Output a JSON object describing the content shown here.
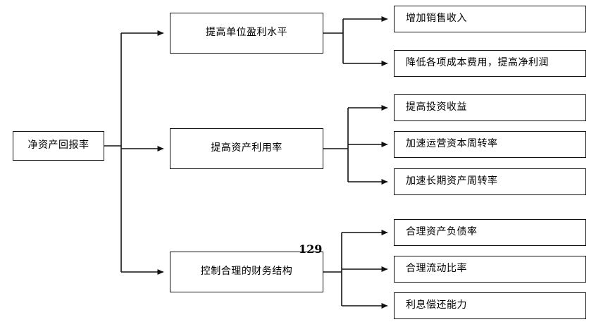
{
  "diagram": {
    "type": "tree",
    "orientation": "left-to-right",
    "page_number": "129",
    "root": {
      "label": "净资产回报率"
    },
    "branches": [
      {
        "label": "提高单位盈利水平",
        "leaves": [
          "增加销售收入",
          "降低各项成本费用，提高净利润"
        ]
      },
      {
        "label": "提高资产利用率",
        "leaves": [
          "提高投资收益",
          "加速运营资本周转率",
          "加速长期资产周转率"
        ]
      },
      {
        "label": "控制合理的财务结构",
        "leaves": [
          "合理资产负债率",
          "合理流动比率",
          "利息偿还能力"
        ]
      }
    ],
    "colors": {
      "line": "#111111",
      "box_border": "#111111",
      "background": "#ffffff",
      "text": "#000000"
    }
  },
  "leaves_flat": [
    "增加销售收入",
    "降低各项成本费用，提高净利润",
    "提高投资收益",
    "加速运营资本周转率",
    "加速长期资产周转率",
    "合理资产负债率",
    "合理流动比率",
    "利息偿还能力"
  ]
}
